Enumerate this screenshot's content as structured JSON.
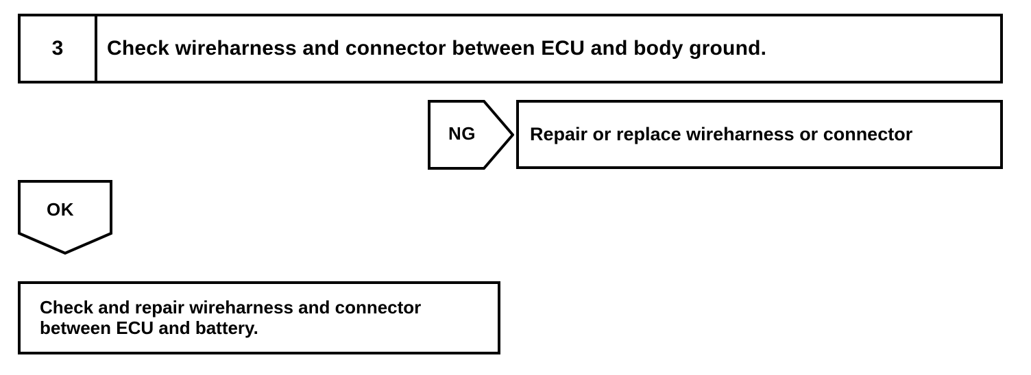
{
  "diagram": {
    "type": "troubleshooting-flowchart",
    "colors": {
      "line": "#000000",
      "fill": "#ffffff",
      "text": "#000000"
    },
    "step": {
      "number": "3",
      "instruction": "Check wireharness and connector between ECU and body ground."
    },
    "branches": [
      {
        "label": "NG",
        "direction": "right",
        "result": "Repair or replace wireharness or connector"
      },
      {
        "label": "OK",
        "direction": "down",
        "result_line_1": "Check and repair wireharness and connector",
        "result_line_2": "between ECU and battery."
      }
    ]
  }
}
